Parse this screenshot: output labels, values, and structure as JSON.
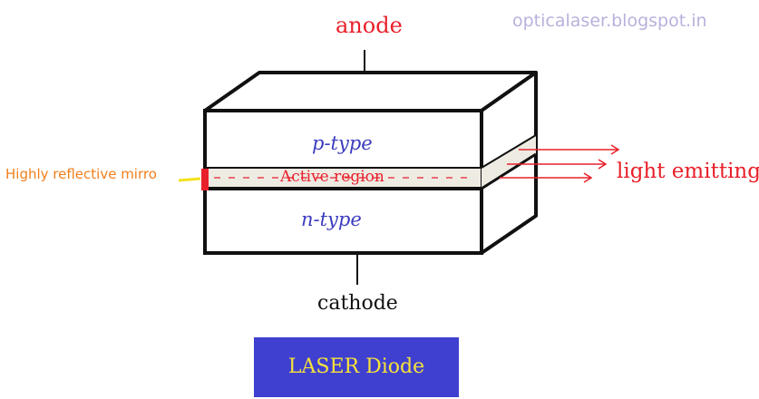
{
  "labels": {
    "anode": "anode",
    "cathode": "cathode",
    "p_type": "p-type",
    "n_type": "n-type",
    "active_region": "Active region",
    "mirror": "Highly reflective mirro",
    "light": "light emitting",
    "watermark": "opticalaser.blogspot.in"
  },
  "title": "LASER Diode",
  "colors": {
    "outline": "#111111",
    "anode_text": "#e8202a",
    "semiconductor_text": "#3b3bc0",
    "active_text": "#e8202a",
    "mirror_text": "#f07f1c",
    "mirror_mark": "#e8202a",
    "mirror_pointer": "#f2e21a",
    "active_fill": "#eeebe3",
    "light_arrows": "#e8202a",
    "watermark": "#b7b2dc",
    "title_bg": "#3f40d0",
    "title_text": "#f7e23a"
  }
}
